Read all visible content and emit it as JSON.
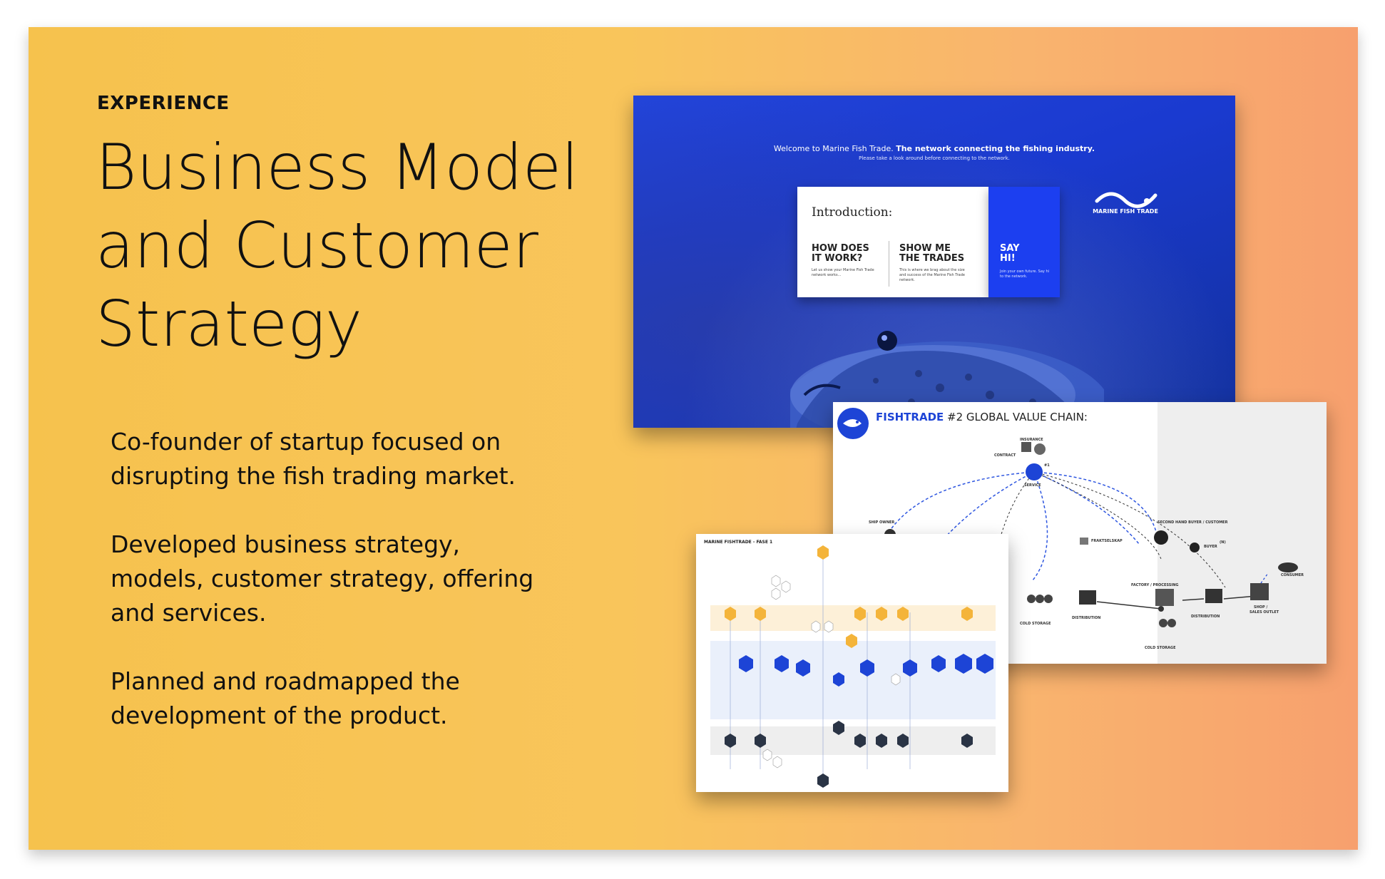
{
  "eyebrow": "EXPERIENCE",
  "headline": {
    "line1": "Business Model",
    "line2": "and Customer",
    "line3": "Strategy"
  },
  "bullets": [
    {
      "line1": "Co-founder of startup focused on",
      "line2": "disrupting the fish trading market."
    },
    {
      "line1": "Developed business strategy,",
      "line2": "models, customer strategy, offering",
      "line3": "and services."
    },
    {
      "line1": "Planned and roadmapped the",
      "line2": "development of the product."
    }
  ],
  "website": {
    "welcome_plain": "Welcome to Marine Fish Trade.",
    "welcome_bold": "The network connecting the fishing industry.",
    "welcome_sub": "Please take a look around before connecting to the network.",
    "intro_title": "Introduction:",
    "col1_title_1": "HOW DOES",
    "col1_title_2": "IT WORK?",
    "col1_text": "Let us show your Marine Fish Trade network works...",
    "col2_title_1": "SHOW ME",
    "col2_title_2": "THE TRADES",
    "col2_text": "This is where we brag about the size and success of the Marine Fish Trade network.",
    "cta_title_1": "SAY",
    "cta_title_2": "HI!",
    "cta_text": "Join your own future. Say hi to the network.",
    "logo_label": "MARINE FISH TRADE",
    "brand_color": "#1c3ff0"
  },
  "value_chain": {
    "brand": "FISHTRADE",
    "title_rest": " #2 GLOBAL VALUE CHAIN:",
    "labels": {
      "insurance": "INSURANCE",
      "contract": "CONTRACT",
      "hub_number": "#1",
      "service": "SERVICE",
      "ship_owner": "SHIP OWNER",
      "fraktselskap": "FRAKTSELSKAP",
      "second_hand": "SECOND HAND BUYER / CUSTOMER",
      "buyer": "BUYER",
      "buyer_number": "(N)",
      "consumer": "CONSUMER",
      "factory": "FACTORY / PROCESSING",
      "shop": "SHOP /",
      "sales_outlet": "SALES OUTLET",
      "cold_storage_1": "COLD STORAGE",
      "distribution_1": "DISTRIBUTION",
      "distribution_2": "DISTRIBUTION",
      "cold_storage_2": "COLD STORAGE"
    }
  },
  "fase": {
    "title": "MARINE FISHTRADE - FASE 1"
  }
}
